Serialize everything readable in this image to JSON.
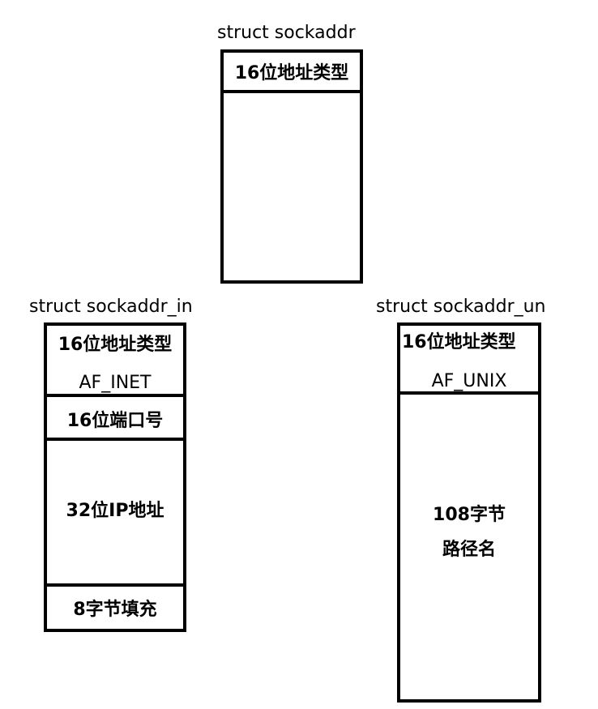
{
  "sockaddr": {
    "title": "struct sockaddr",
    "addr_type": "16位地址类型"
  },
  "sockaddr_in": {
    "title": "struct sockaddr_in",
    "addr_type": "16位地址类型",
    "family": "AF_INET",
    "port": "16位端口号",
    "ip": "32位IP地址",
    "padding": "8字节填充"
  },
  "sockaddr_un": {
    "title": "struct sockaddr_un",
    "addr_type": "16位地址类型",
    "family": "AF_UNIX",
    "path_line1": "108字节",
    "path_line2": "路径名"
  }
}
